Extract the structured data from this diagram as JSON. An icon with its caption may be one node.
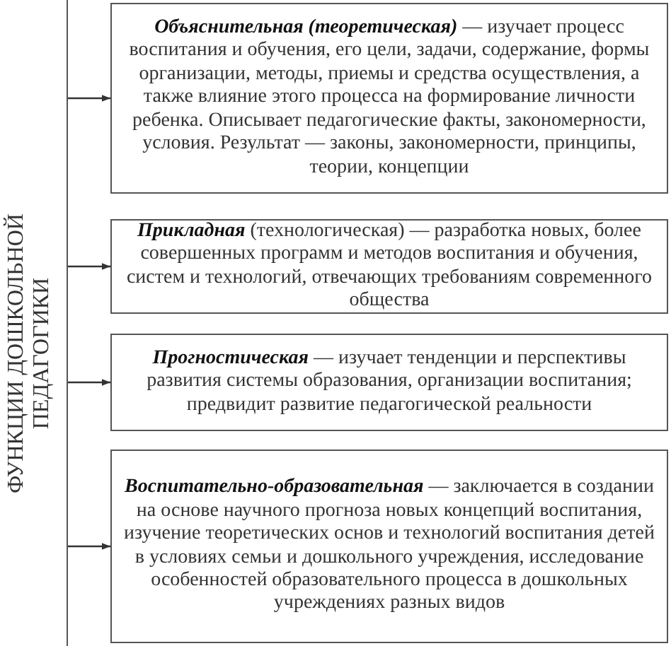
{
  "diagram": {
    "nodes": [
      {
        "text": [
          "ФУНКЦИИ ДОШКОЛЬНОЙ ПЕДАГОГИКИ"
        ]
      },
      {
        "text": [
          "**Объяснительная (теоретическая)** — изучает процесс воспитания и обучения, его цели, задачи, содержание, формы организации, методы, приемы и средства осуществления, а также влияние этого процесса на формирование личности ребенка. Описывает педагогические факты, закономерности, условия. Результат — законы, закономерности, принципы, теории, концепции"
        ]
      },
      {
        "text": [
          "**Прикладная** (технологическая) — разработка новых, более совершенных программ и методов воспитания и обучения, систем и технологий, отвечающих требованиям современного общества"
        ]
      },
      {
        "text": [
          "**Прогностическая** — изучает тенденции и перспективы развития системы образования, организации воспитания; предвидит развитие педагогической реальности"
        ]
      },
      {
        "text": [
          "**Воспитательно-образовательная** — заключается в создании на основе научного прогноза новых концепций воспитания, изучение теоретических основ и технологий воспитания детей в условиях семьи и дошкольного учреждения, исследование особенностей образовательного процесса в дошкольных учреждениях разных видов"
        ]
      }
    ],
    "edges": [
      {
        "from": 0,
        "to": 1,
        "arrow": "to"
      },
      {
        "from": 0,
        "to": 2,
        "arrow": "to"
      },
      {
        "from": 0,
        "to": 3,
        "arrow": "to"
      },
      {
        "from": 0,
        "to": 4,
        "arrow": "to"
      }
    ]
  }
}
